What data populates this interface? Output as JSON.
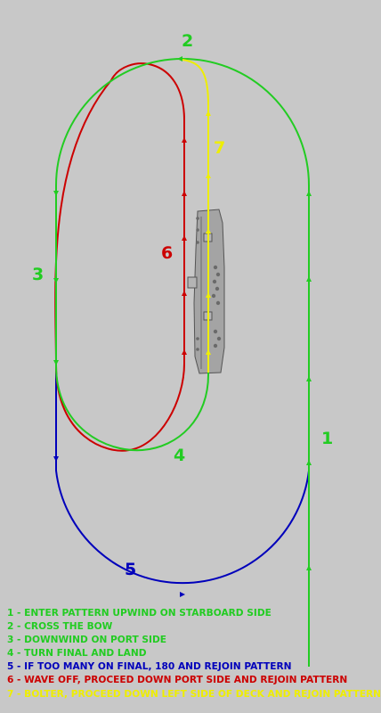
{
  "colors": {
    "green": "#22cc22",
    "yellow": "#eeee00",
    "red": "#cc0000",
    "blue": "#0000bb",
    "ship": "#9a9a9a",
    "background": "#c8c8c8"
  },
  "labels": {
    "n1": "1",
    "n2": "2",
    "n3": "3",
    "n4": "4",
    "n5": "5",
    "n6": "6",
    "n7": "7"
  },
  "legend": [
    {
      "text": "1 - ENTER PATTERN UPWIND ON STARBOARD SIDE",
      "color": "green"
    },
    {
      "text": "2 - CROSS THE BOW",
      "color": "green"
    },
    {
      "text": "3 - DOWNWIND ON PORT SIDE",
      "color": "green"
    },
    {
      "text": "4 - TURN FINAL AND LAND",
      "color": "green"
    },
    {
      "text": "5 - IF TOO MANY ON FINAL, 180 AND REJOIN PATTERN",
      "color": "blue"
    },
    {
      "text": "6 - WAVE OFF, PROCEED DOWN PORT SIDE AND REJOIN PATTERN",
      "color": "red"
    },
    {
      "text": "7 - BOLTER, PROCEED DOWN LEFT SIDE OF DECK AND REJOIN PATTERN",
      "color": "yellow"
    }
  ]
}
